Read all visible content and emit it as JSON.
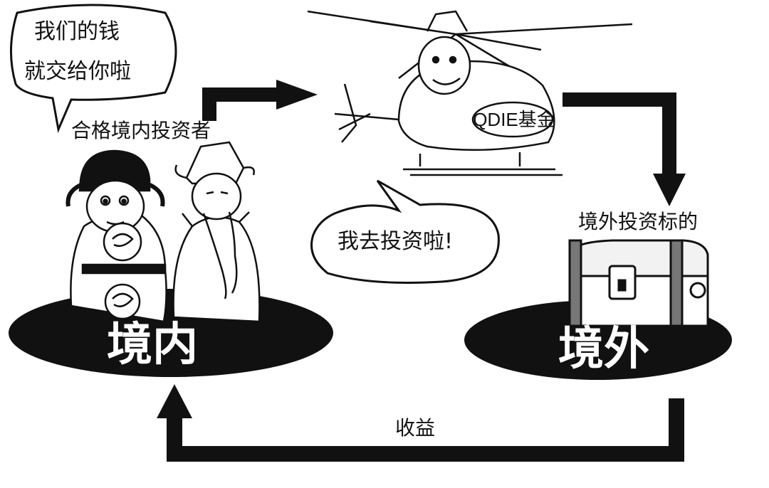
{
  "bubble_investor": {
    "line1": "我们的钱",
    "line2": "就交给你啦"
  },
  "investor_label": "合格境内投资者",
  "bubble_fund": "我去投资啦!",
  "fund_name": "QDIE基金",
  "target_label": "境外投资标的",
  "domestic_label": "境内",
  "overseas_label": "境外",
  "return_label": "收益"
}
